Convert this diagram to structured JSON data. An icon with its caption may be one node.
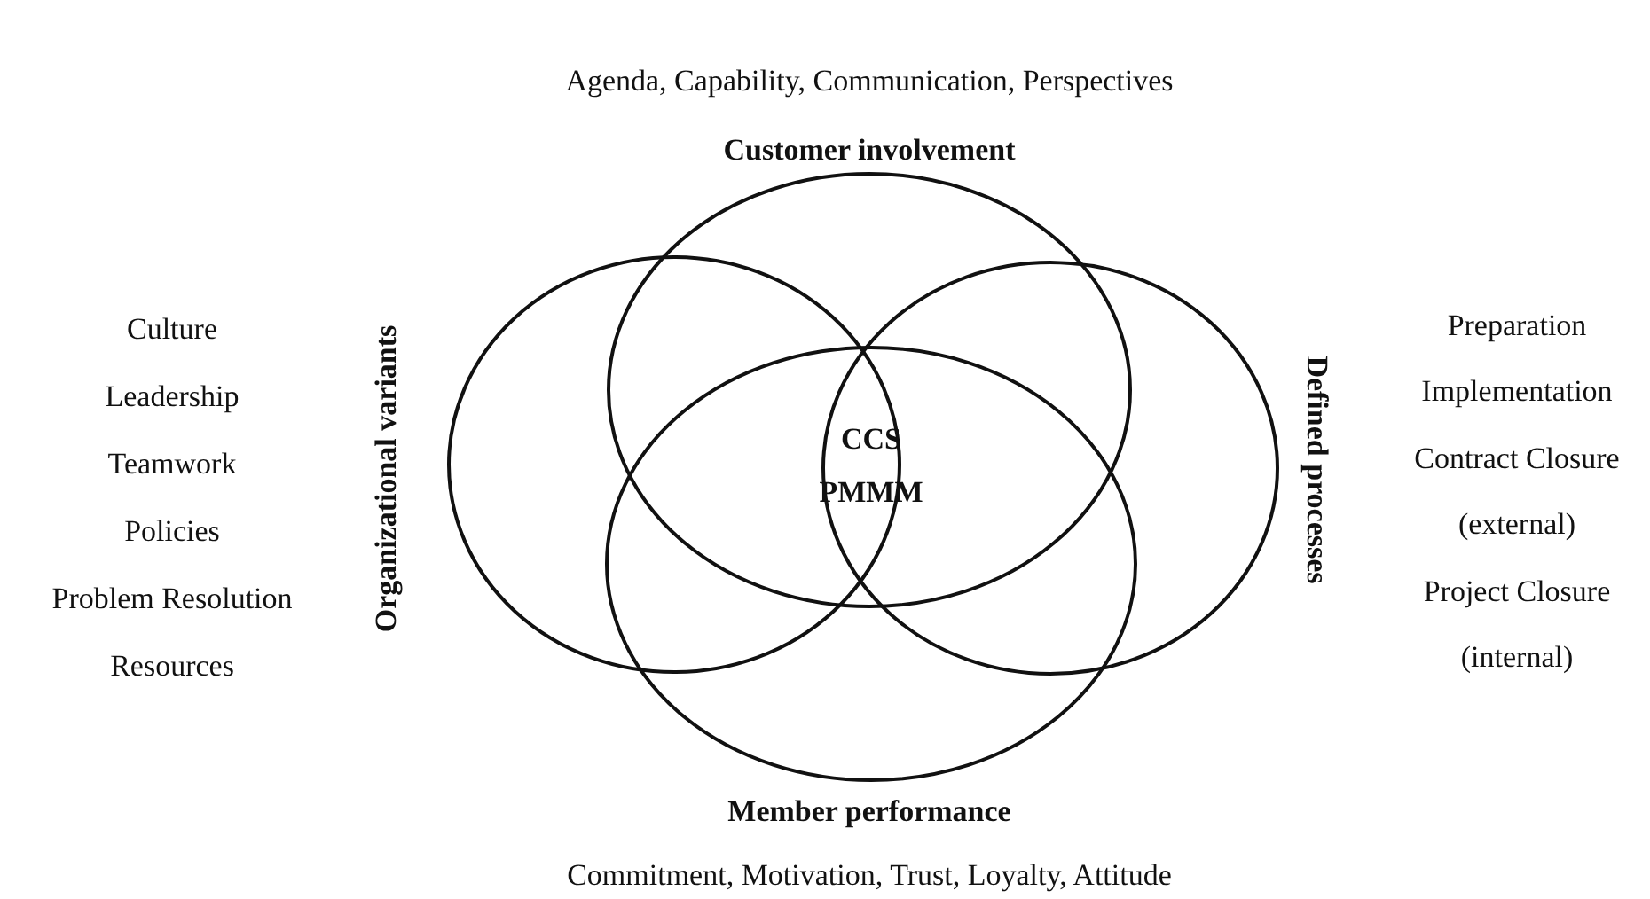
{
  "diagram": {
    "nodes": [
      {
        "text": [
          "Customer involvement"
        ],
        "beside": [
          "Agenda, Capability, Communication, Perspectives"
        ]
      },
      {
        "text": [
          "Organizational variants"
        ],
        "beside": [
          "Culture",
          "Leadership",
          "Teamwork",
          "Policies",
          "Problem Resolution",
          "Resources"
        ]
      },
      {
        "text": [
          "Defined processes"
        ],
        "beside": [
          "Preparation",
          "Implementation",
          "Contract Closure (external)",
          "Project Closure (internal)"
        ]
      },
      {
        "text": [
          "Member performance"
        ],
        "beside": [
          "Commitment, Motivation, Trust, Loyalty, Attitude"
        ]
      }
    ],
    "edges": [],
    "labels": [
      "CCS PMMM"
    ]
  }
}
